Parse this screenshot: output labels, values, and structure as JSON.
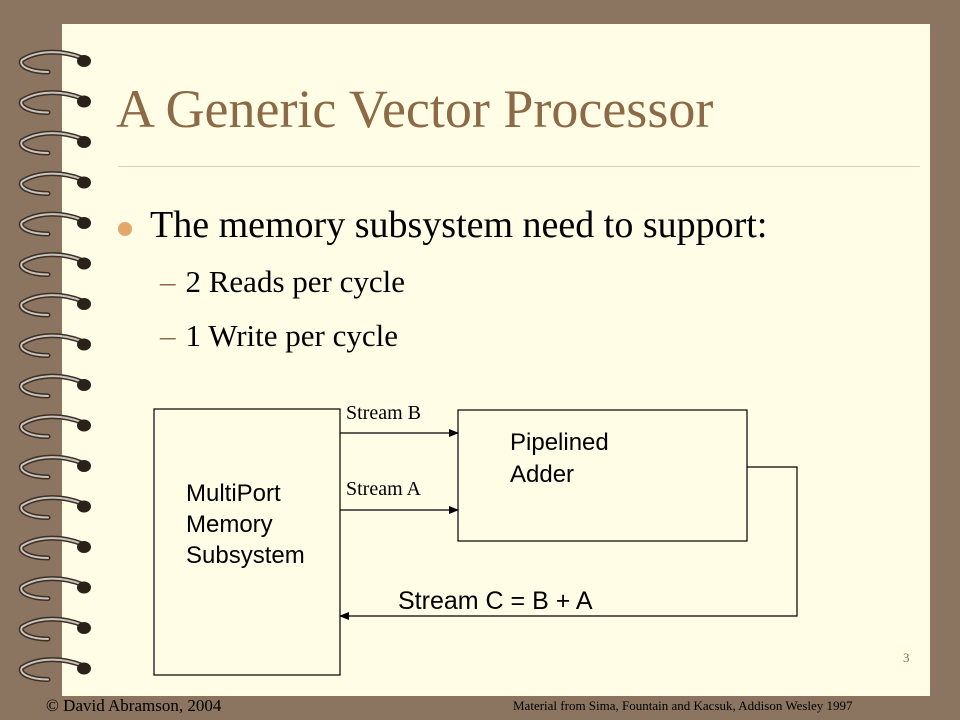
{
  "slide": {
    "title": "A Generic Vector Processor",
    "bullet": "The memory subsystem need to support:",
    "sub_items": [
      {
        "dash": "–",
        "text": "2 Reads per cycle"
      },
      {
        "dash": "–",
        "text": "1 Write per cycle"
      }
    ],
    "slide_number": "3"
  },
  "diagram": {
    "memory_block": [
      "MultiPort",
      "Memory",
      "Subsystem"
    ],
    "adder_block": [
      "Pipelined",
      "Adder"
    ],
    "stream_b": "Stream B",
    "stream_a": "Stream A",
    "stream_c": "Stream C = B + A"
  },
  "footer": {
    "copyright": "© David Abramson, 2004",
    "source": "Material from Sima, Fountain and Kacsuk, Addison Wesley 1997"
  },
  "colors": {
    "frame": "#8c7560",
    "paper": "#fffde6",
    "title": "#8b6a45",
    "bullet": "#e6a66b"
  }
}
